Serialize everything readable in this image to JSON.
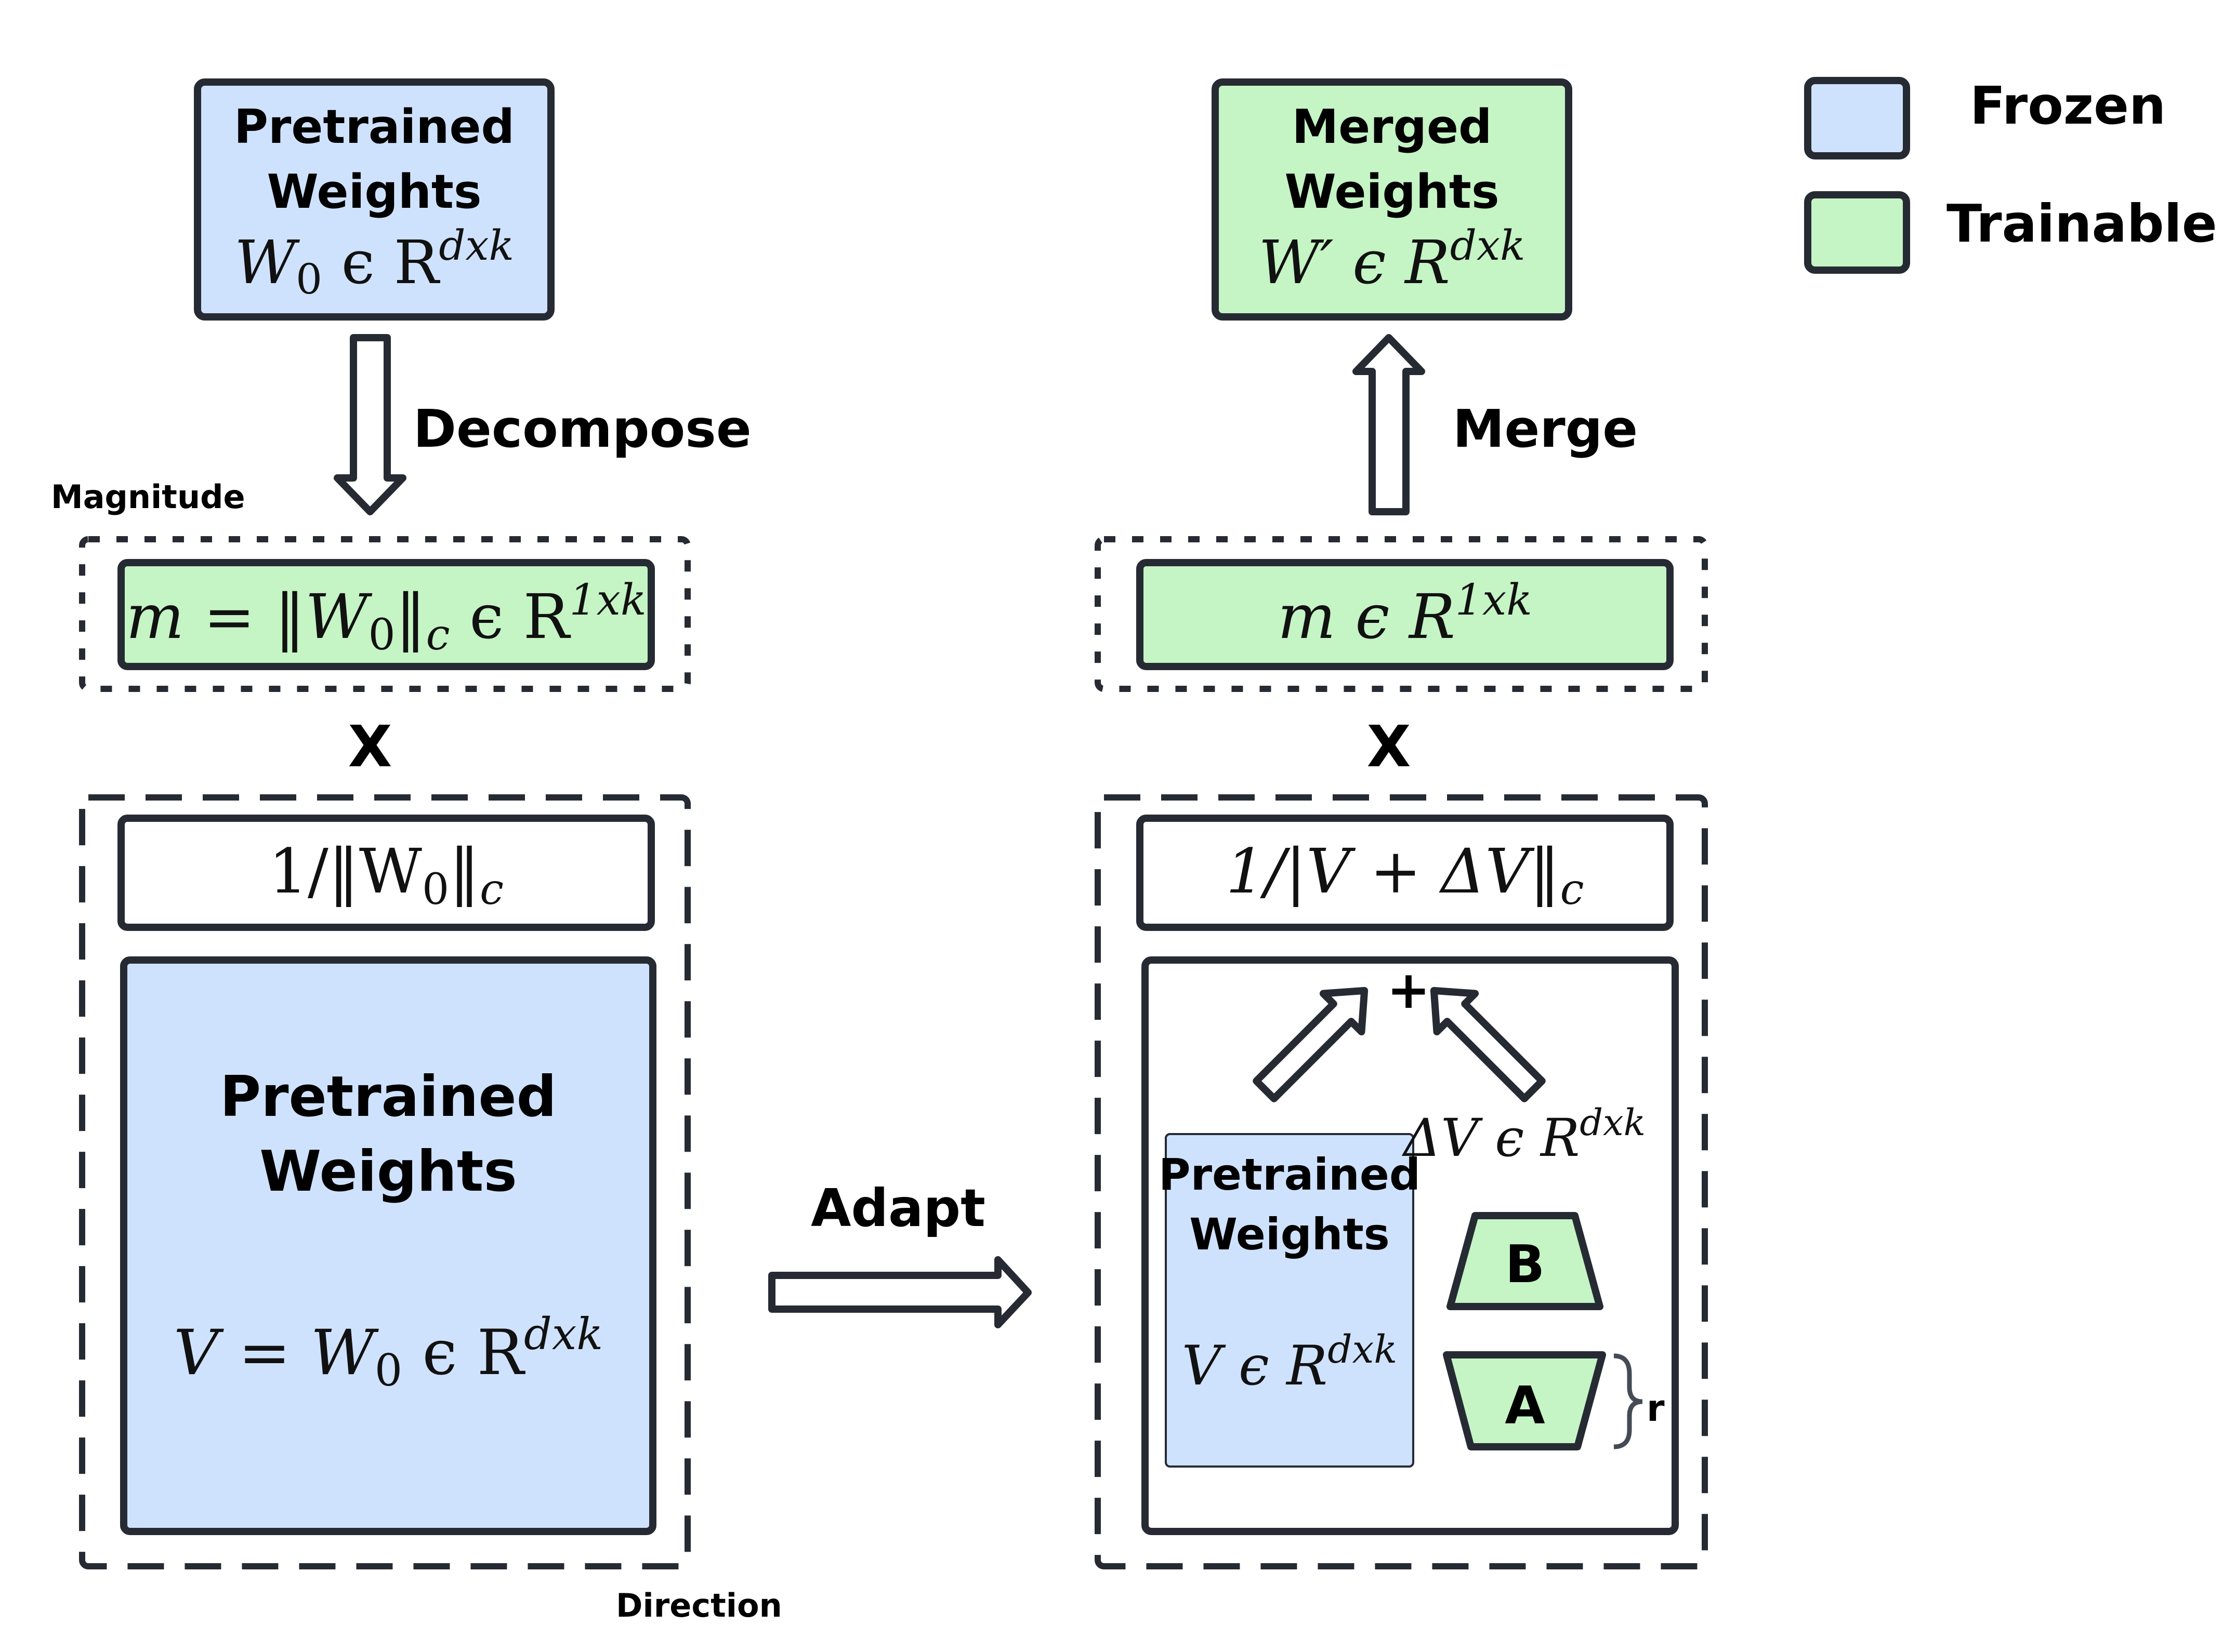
{
  "colors": {
    "frozen": "#cfe2fd",
    "trainable": "#c5f4c5",
    "stroke": "#262b33"
  },
  "legend": {
    "frozen": "Frozen",
    "trainable": "Trainable"
  },
  "left": {
    "pretrained_title_1": "Pretrained",
    "pretrained_title_2": "Weights",
    "w0_var": "W",
    "w0_sub": "0",
    "set_sym": "ϵ R",
    "dxk": "dxk",
    "decompose": "Decompose",
    "magnitude": "Magnitude",
    "m_expr": "m = ‖W",
    "m_sub0": "0",
    "m_norm": "‖",
    "m_subc": "c",
    "m_set": " ϵ R",
    "one_xk": "1xk",
    "times": "X",
    "inv_norm": "1/‖W",
    "inv_sub0": "0",
    "inv_close": "‖",
    "inv_subc": "c",
    "big_title_1": "Pretrained",
    "big_title_2": "Weights",
    "v_expr": "V = W",
    "v_sub0": "0",
    "v_set": " ϵ R",
    "direction": "Direction"
  },
  "adapt": "Adapt",
  "right": {
    "merged_title_1": "Merged",
    "merged_title_2": "Weights",
    "wprime": "W′ ϵ R",
    "dxk": "dxk",
    "merge": "Merge",
    "m_set": "m ϵ R",
    "one_xk": "1xk",
    "times": "X",
    "inv_norm": "1/|V + ΔV‖",
    "inv_subc": "c",
    "plus": "+",
    "pre_title_1": "Pretrained",
    "pre_title_2": "Weights",
    "v_set": "V ϵ R",
    "delta_v": "ΔV ϵ R",
    "b": "B",
    "a": "A",
    "r": "r"
  }
}
